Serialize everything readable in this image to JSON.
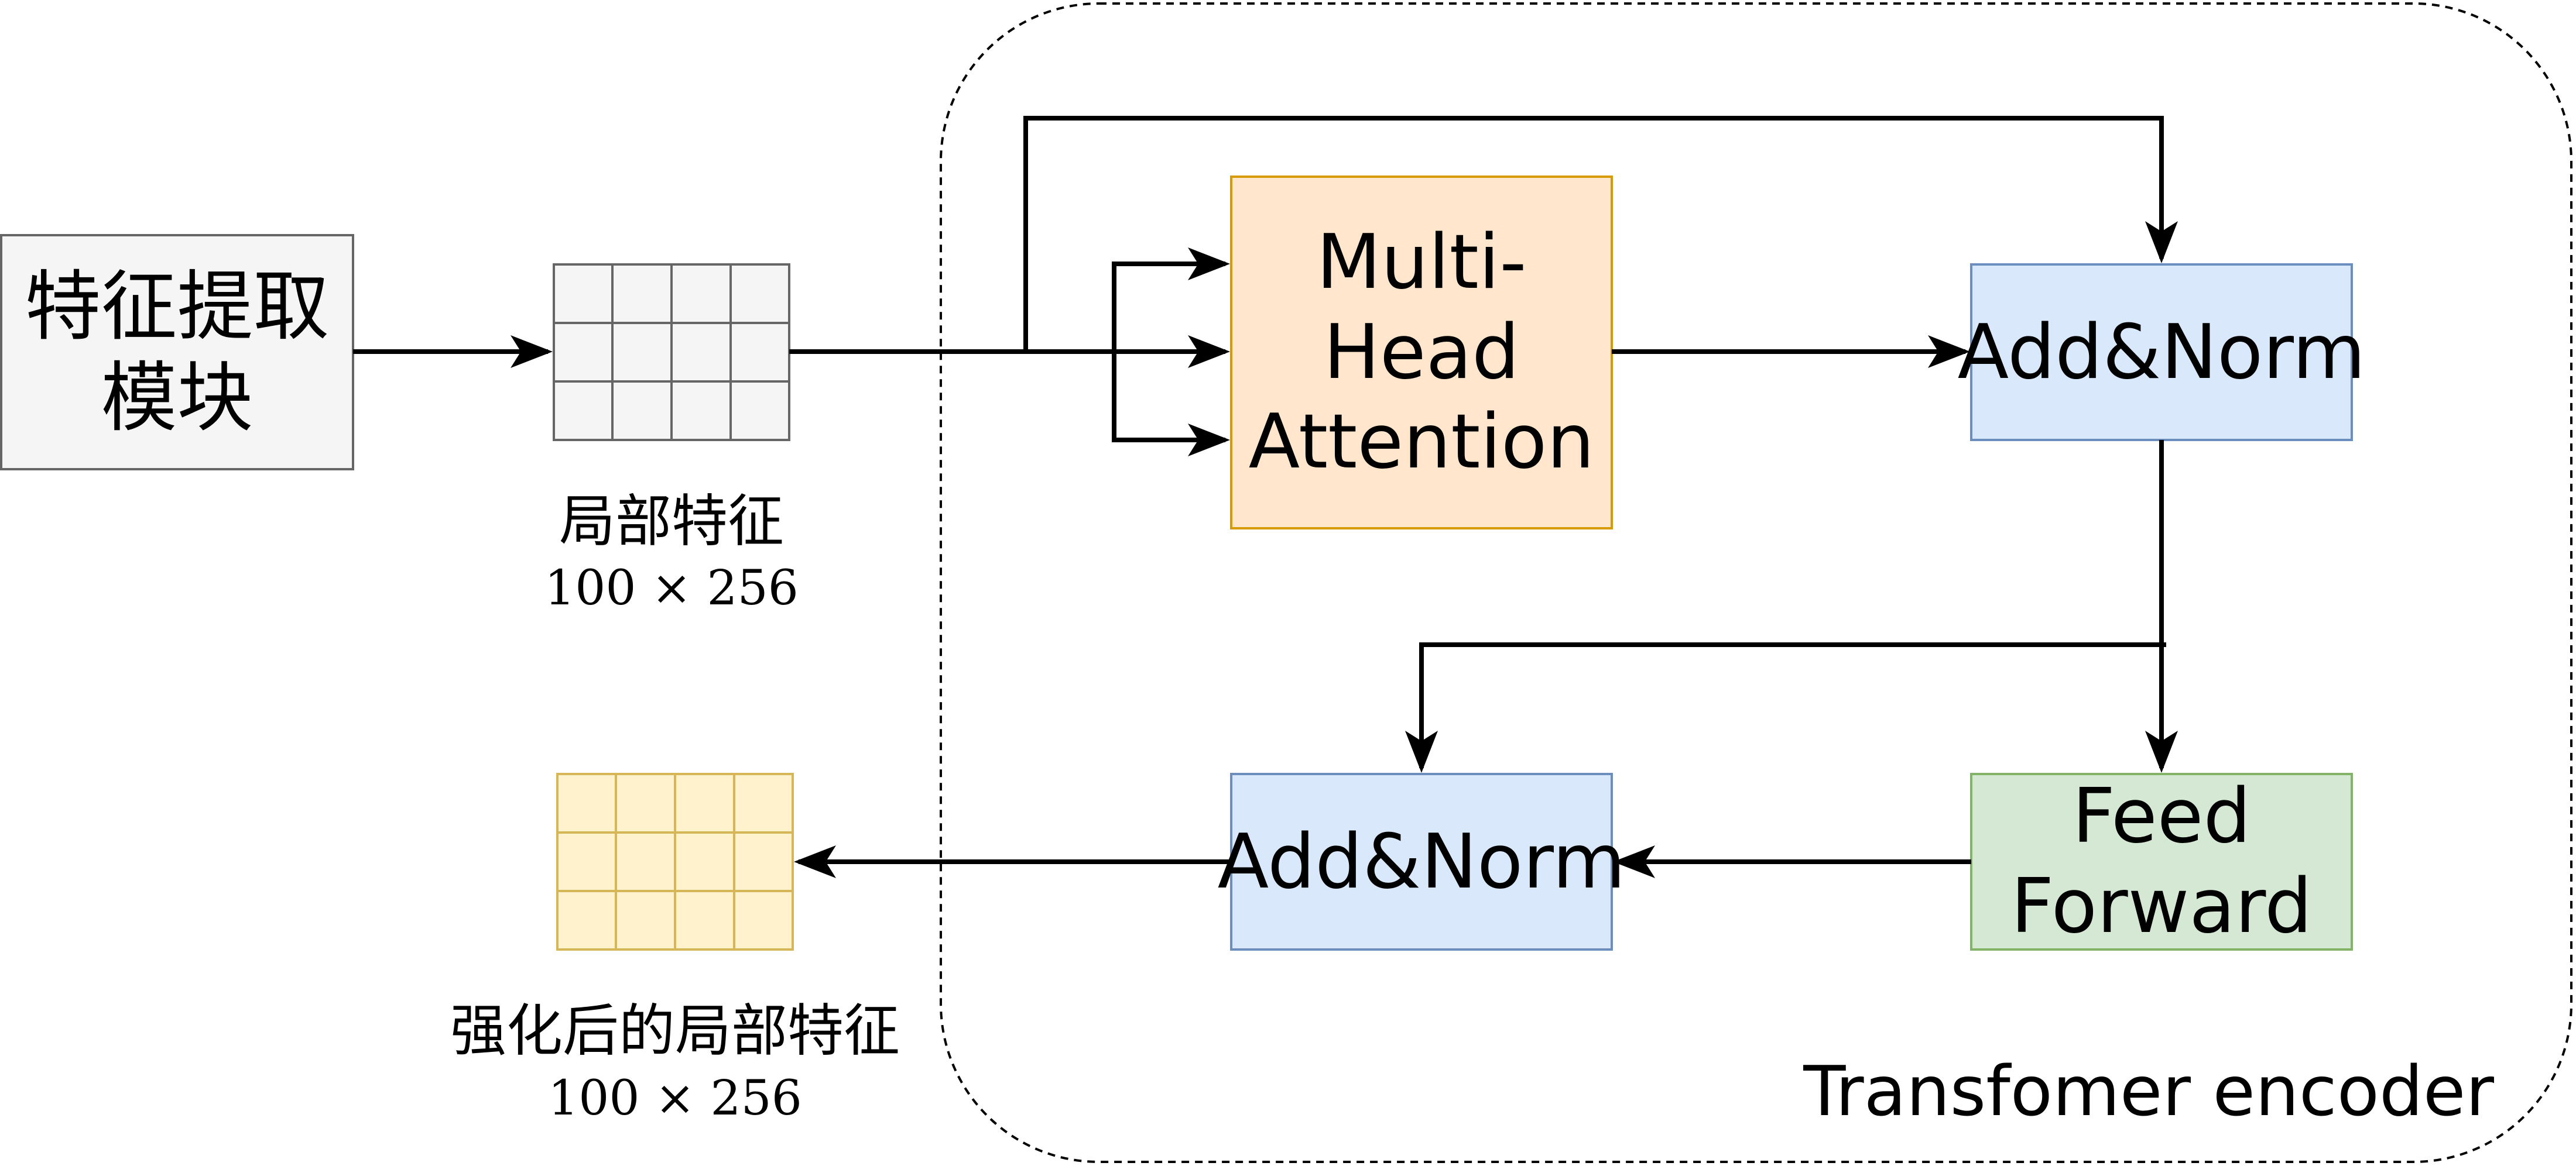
{
  "diagram": {
    "feature_module": {
      "lines": [
        "特征提取",
        "模块"
      ]
    },
    "local_features": {
      "label": "局部特征",
      "dims": "100 × 256"
    },
    "enhanced_features": {
      "label": "强化后的局部特征",
      "dims": "100 × 256"
    },
    "attention_block": {
      "lines": [
        "Multi-Head",
        "Attention"
      ]
    },
    "add_norm_top": {
      "label": "Add&Norm"
    },
    "add_norm_bottom": {
      "label": "Add&Norm"
    },
    "feed_forward_block": {
      "lines": [
        "Feed",
        "Forward"
      ]
    },
    "encoder": {
      "title": "Transfomer encoder"
    }
  },
  "colors": {
    "feature_module_fill": "#f5f5f5",
    "feature_module_stroke": "#666666",
    "grid_gray_fill": "#f5f5f5",
    "grid_gray_stroke": "#666666",
    "grid_yellow_fill": "#fff2cc",
    "grid_yellow_stroke": "#d6b656",
    "attention_fill": "#ffe6cc",
    "attention_stroke": "#d79b00",
    "add_norm_fill": "#dae8fc",
    "add_norm_stroke": "#6c8ebf",
    "feed_forward_fill": "#d5e8d4",
    "feed_forward_stroke": "#82b366",
    "edge": "#000000"
  }
}
